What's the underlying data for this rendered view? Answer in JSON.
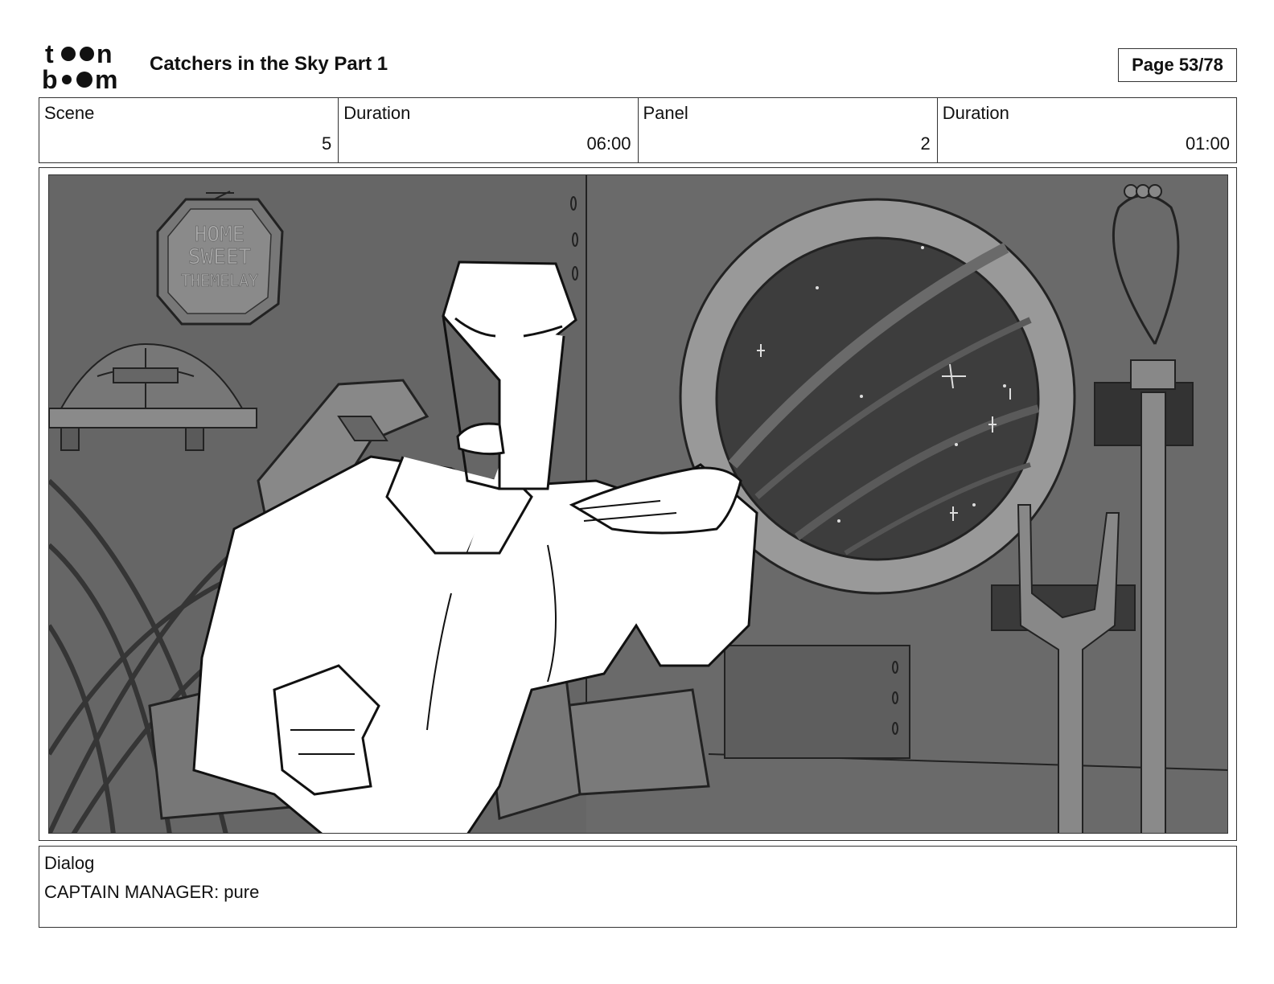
{
  "header": {
    "logo_top": "t●●n",
    "logo_bottom": "b●●m",
    "title": "Catchers in the Sky Part 1",
    "page": "Page 53/78"
  },
  "info": {
    "scene_label": "Scene",
    "scene_value": "5",
    "scene_duration_label": "Duration",
    "scene_duration_value": "06:00",
    "panel_label": "Panel",
    "panel_value": "2",
    "panel_duration_label": "Duration",
    "panel_duration_value": "01:00"
  },
  "panel": {
    "sign_text": [
      "HOME",
      "SWEET",
      "THEMELAY"
    ]
  },
  "dialog": {
    "label": "Dialog",
    "text": "CAPTAIN MANAGER: pure"
  }
}
